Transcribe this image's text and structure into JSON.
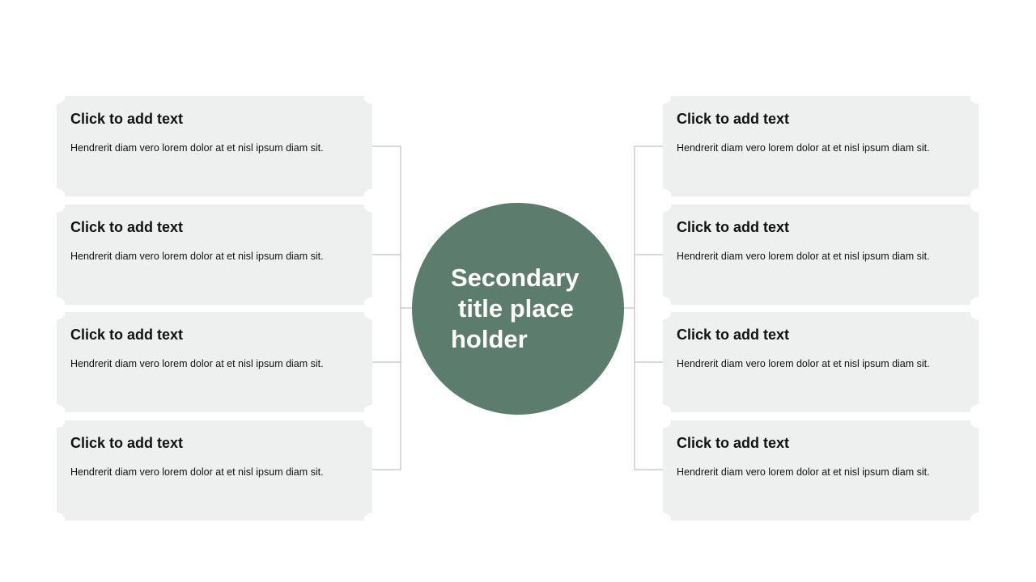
{
  "hub": {
    "title_lines": [
      "Secondary",
      "title place",
      "holder"
    ]
  },
  "left_items": [
    {
      "title": "Click to add text",
      "body": "Hendrerit diam vero lorem dolor at et nisl ipsum diam sit."
    },
    {
      "title": "Click to add text",
      "body": "Hendrerit diam vero lorem dolor at et nisl ipsum diam sit."
    },
    {
      "title": "Click to add text",
      "body": "Hendrerit diam vero lorem dolor at et nisl ipsum diam sit."
    },
    {
      "title": "Click to add text",
      "body": "Hendrerit diam vero lorem dolor at et nisl ipsum diam sit."
    }
  ],
  "right_items": [
    {
      "title": "Click to add text",
      "body": "Hendrerit diam vero lorem dolor at et nisl ipsum diam sit."
    },
    {
      "title": "Click to add text",
      "body": "Hendrerit diam vero lorem dolor at et nisl ipsum diam sit."
    },
    {
      "title": "Click to add text",
      "body": "Hendrerit diam vero lorem dolor at et nisl ipsum diam sit."
    },
    {
      "title": "Click to add text",
      "body": "Hendrerit diam vero lorem dolor at et nisl ipsum diam sit."
    }
  ],
  "colors": {
    "hub_fill": "#5c7d6e",
    "card_fill": "#eef0ef",
    "connector": "#b3b3b3"
  }
}
